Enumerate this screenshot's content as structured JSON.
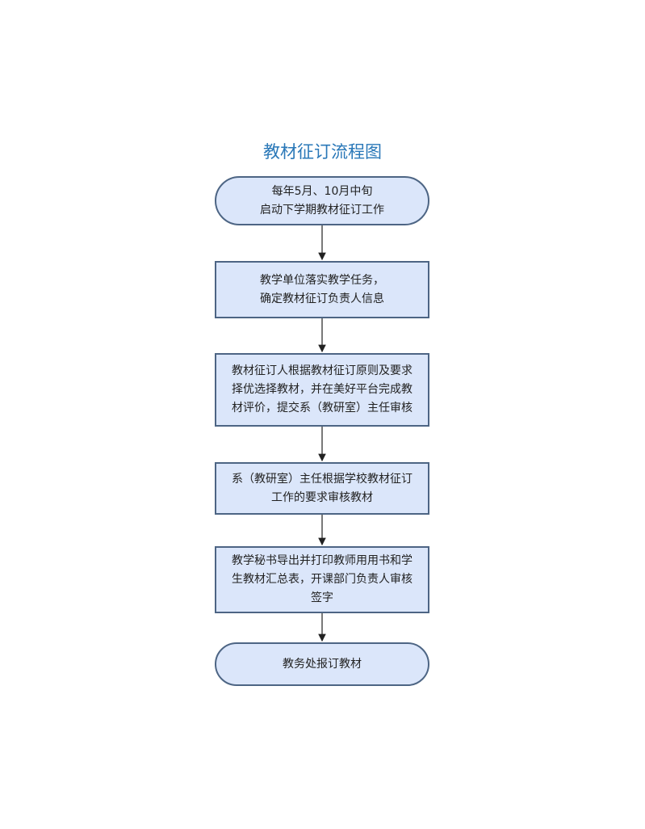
{
  "title": "教材征订流程图",
  "colors": {
    "fill": "#dbe6fa",
    "border": "#4d6584",
    "title": "#2a78b8"
  },
  "nodes": [
    {
      "shape": "terminator",
      "lines": [
        "每年5月、10月中旬",
        "启动下学期教材征订工作"
      ]
    },
    {
      "shape": "process",
      "lines": [
        "教学单位落实教学任务，",
        "确定教材征订负责人信息"
      ]
    },
    {
      "shape": "process",
      "lines": [
        "教材征订人根据教材征订原则及要求",
        "择优选择教材，并在美好平台完成教",
        "材评价，提交系（教研室）主任审核"
      ]
    },
    {
      "shape": "process",
      "lines": [
        "系（教研室）主任根据学校教材征订",
        "工作的要求审核教材"
      ]
    },
    {
      "shape": "process",
      "lines": [
        "教学秘书导出并打印教师用用书和学",
        "生教材汇总表，开课部门负责人审核",
        "签字"
      ]
    },
    {
      "shape": "terminator",
      "lines": [
        "教务处报订教材"
      ]
    }
  ]
}
